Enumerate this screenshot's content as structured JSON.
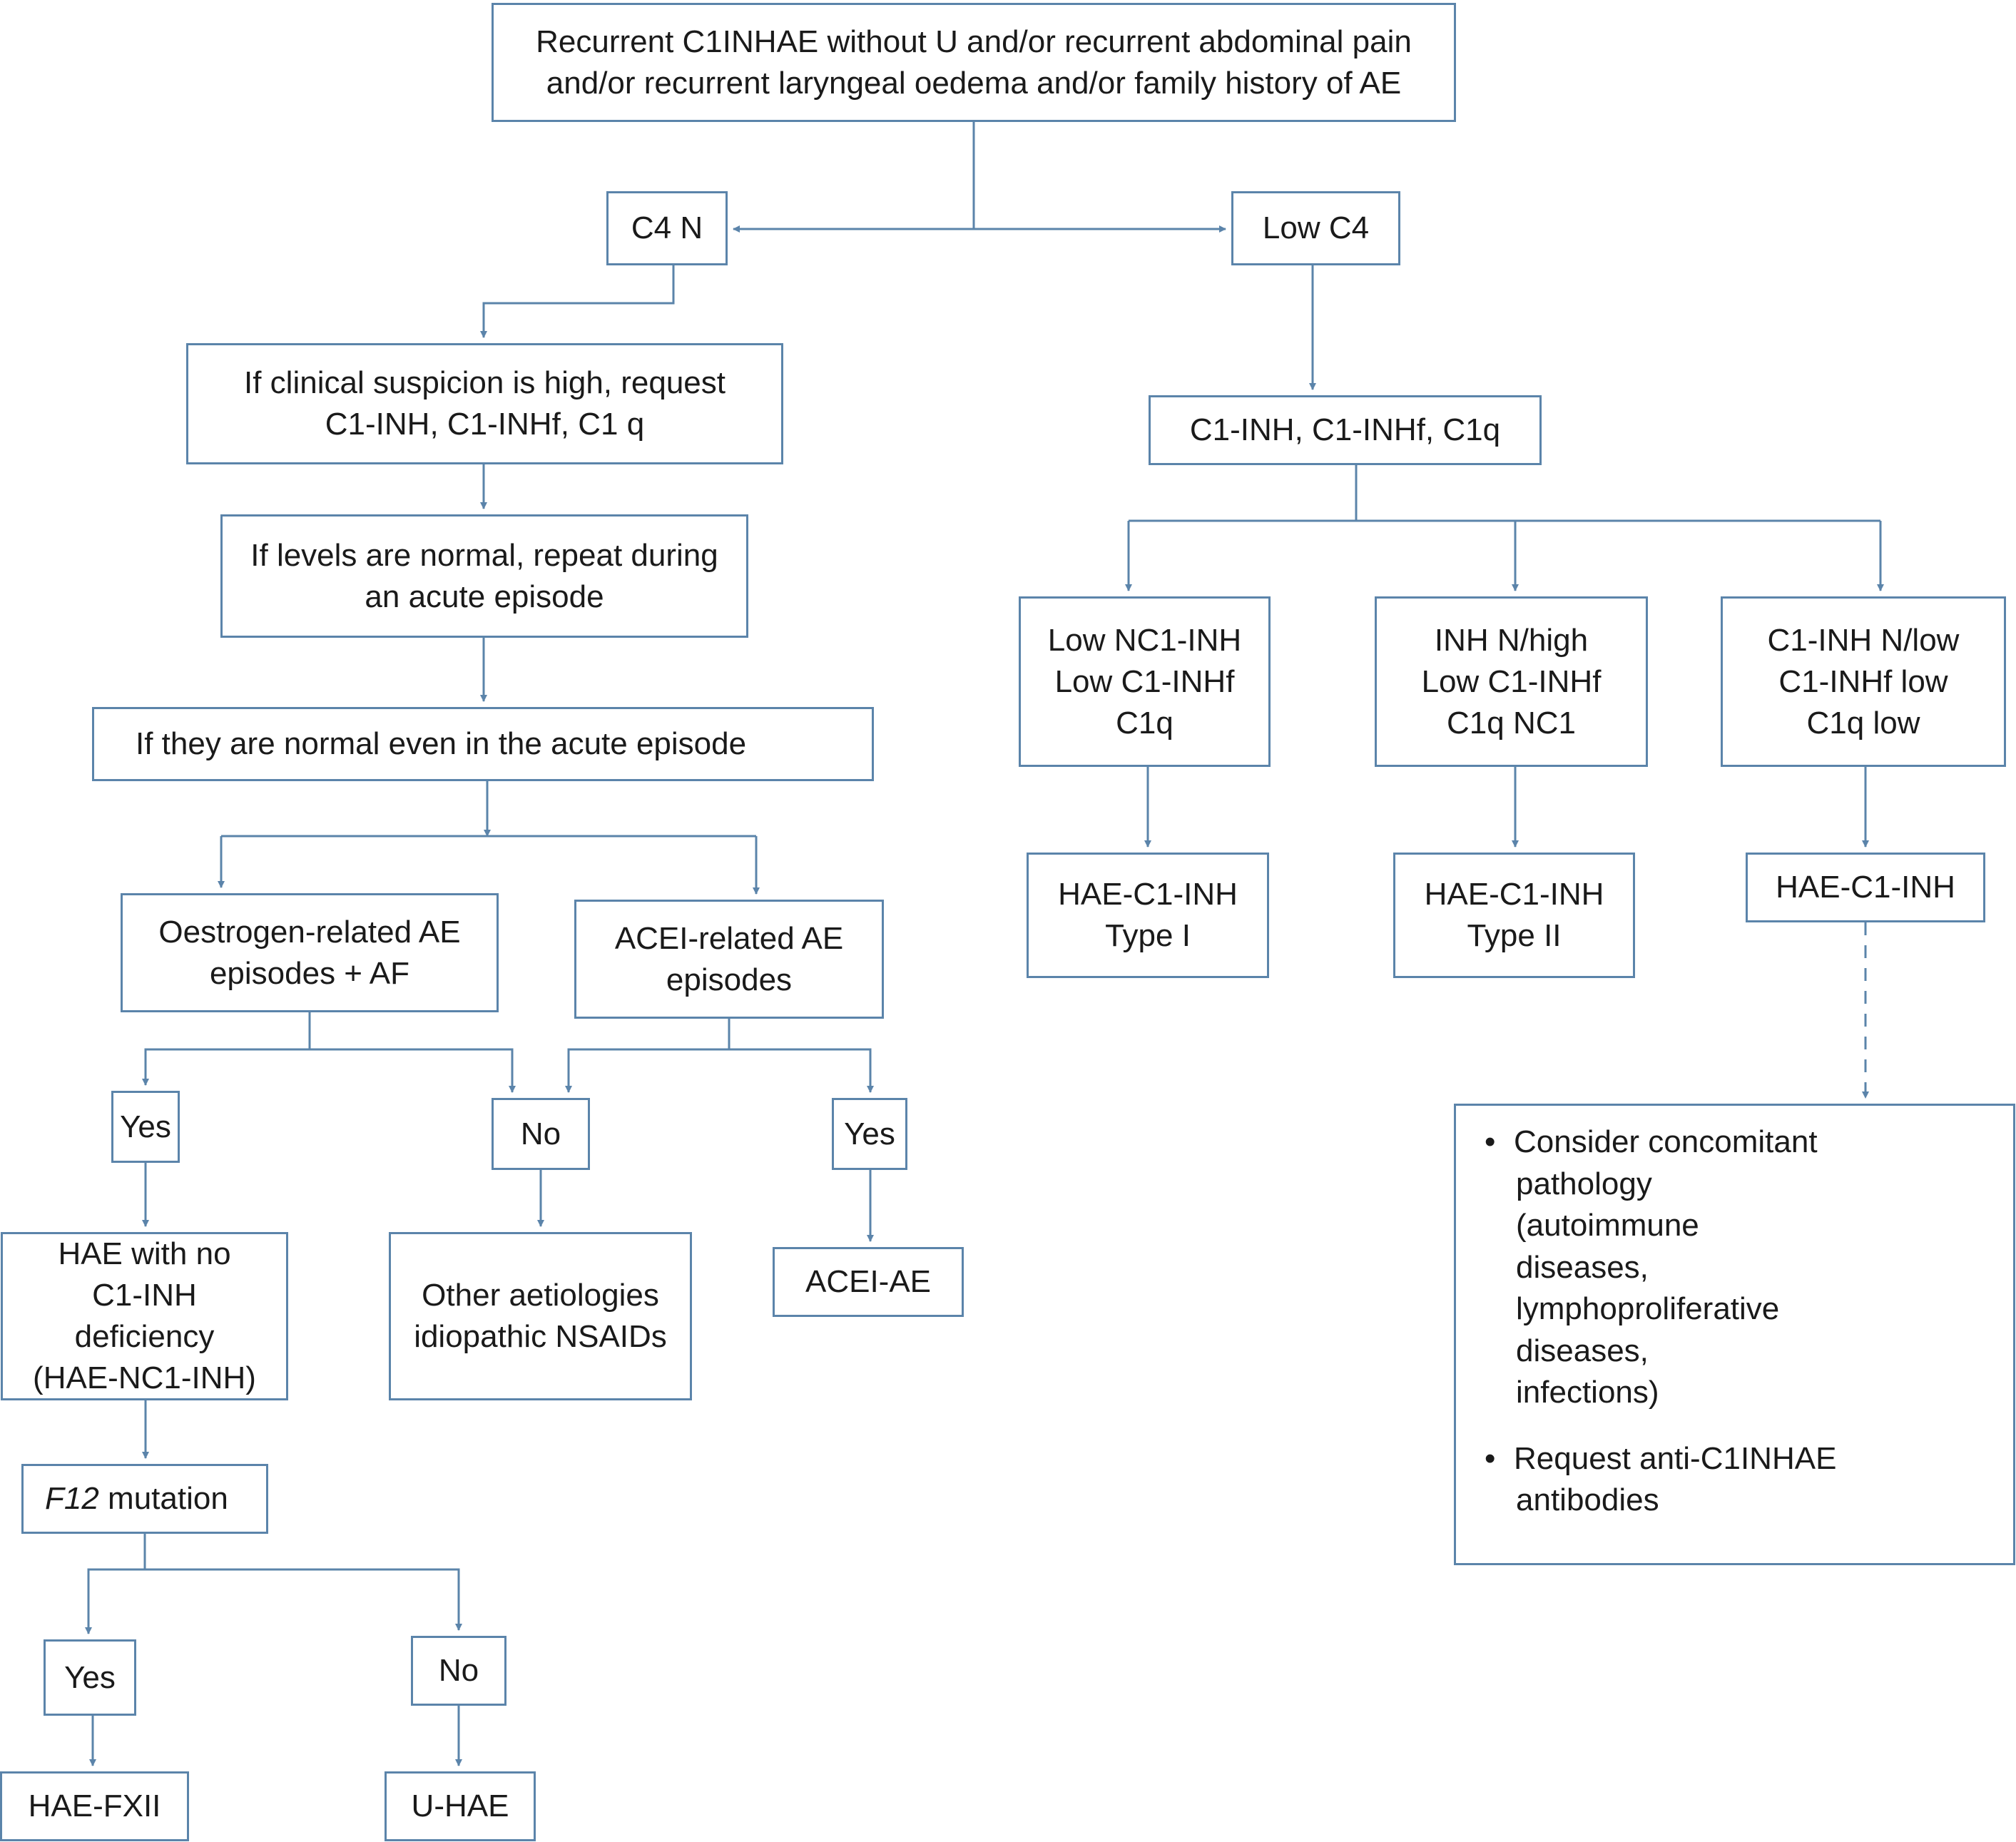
{
  "theme": {
    "box_border": "#5b84aa",
    "arrow": "#5b84aa",
    "text": "#1a1a1a"
  },
  "nodes": {
    "start": [
      "Recurrent C1INHAE without U and/or recurrent abdominal pain",
      "and/or recurrent laryngeal oedema and/or family history of AE"
    ],
    "c4n": [
      "C4 N"
    ],
    "lowc4": [
      "Low C4"
    ],
    "suspicion": [
      "If clinical suspicion is high, request",
      "C1-INH, C1-INHf, C1 q"
    ],
    "repeat": [
      "If levels are normal, repeat during",
      "an acute episode"
    ],
    "normal_acute": [
      "If they are normal even in the acute episode"
    ],
    "oestrogen": [
      "Oestrogen-related AE",
      "episodes + AF"
    ],
    "acei": [
      "ACEI-related AE",
      "episodes"
    ],
    "yes1": [
      "Yes"
    ],
    "no1": [
      "No"
    ],
    "yes2": [
      "Yes"
    ],
    "hae_nc1": [
      "HAE with no",
      "C1-INH",
      "deficiency",
      "(HAE-NC1-INH)"
    ],
    "other": [
      "Other aetiologies",
      "idiopathic NSAIDs"
    ],
    "acei_ae": [
      "ACEI-AE"
    ],
    "f12": {
      "gene": "F12",
      "rest": " mutation"
    },
    "yes3": [
      "Yes"
    ],
    "no3": [
      "No"
    ],
    "hae_fxii": [
      "HAE-FXII"
    ],
    "u_hae": [
      "U-HAE"
    ],
    "c1_tests": [
      "C1-INH, C1-INHf, C1q"
    ],
    "low_nc1": [
      "Low NC1-INH",
      "Low C1-INHf",
      "C1q"
    ],
    "inh_high": [
      "INH N/high",
      "Low C1-INHf",
      "C1q NC1"
    ],
    "c1_low": [
      "C1-INH N/low",
      "C1-INHf low",
      "C1q low"
    ],
    "type1": [
      "HAE-C1-INH",
      "Type I"
    ],
    "type2": [
      "HAE-C1-INH",
      "Type II"
    ],
    "hae_c1": [
      "HAE-C1-INH"
    ],
    "concomitant": [
      [
        "Consider concomitant",
        "pathology",
        "(autoimmune",
        "diseases,",
        "lymphoproliferative",
        "diseases,",
        "infections)"
      ],
      [
        "Request anti-C1INHAE",
        "antibodies"
      ]
    ]
  }
}
